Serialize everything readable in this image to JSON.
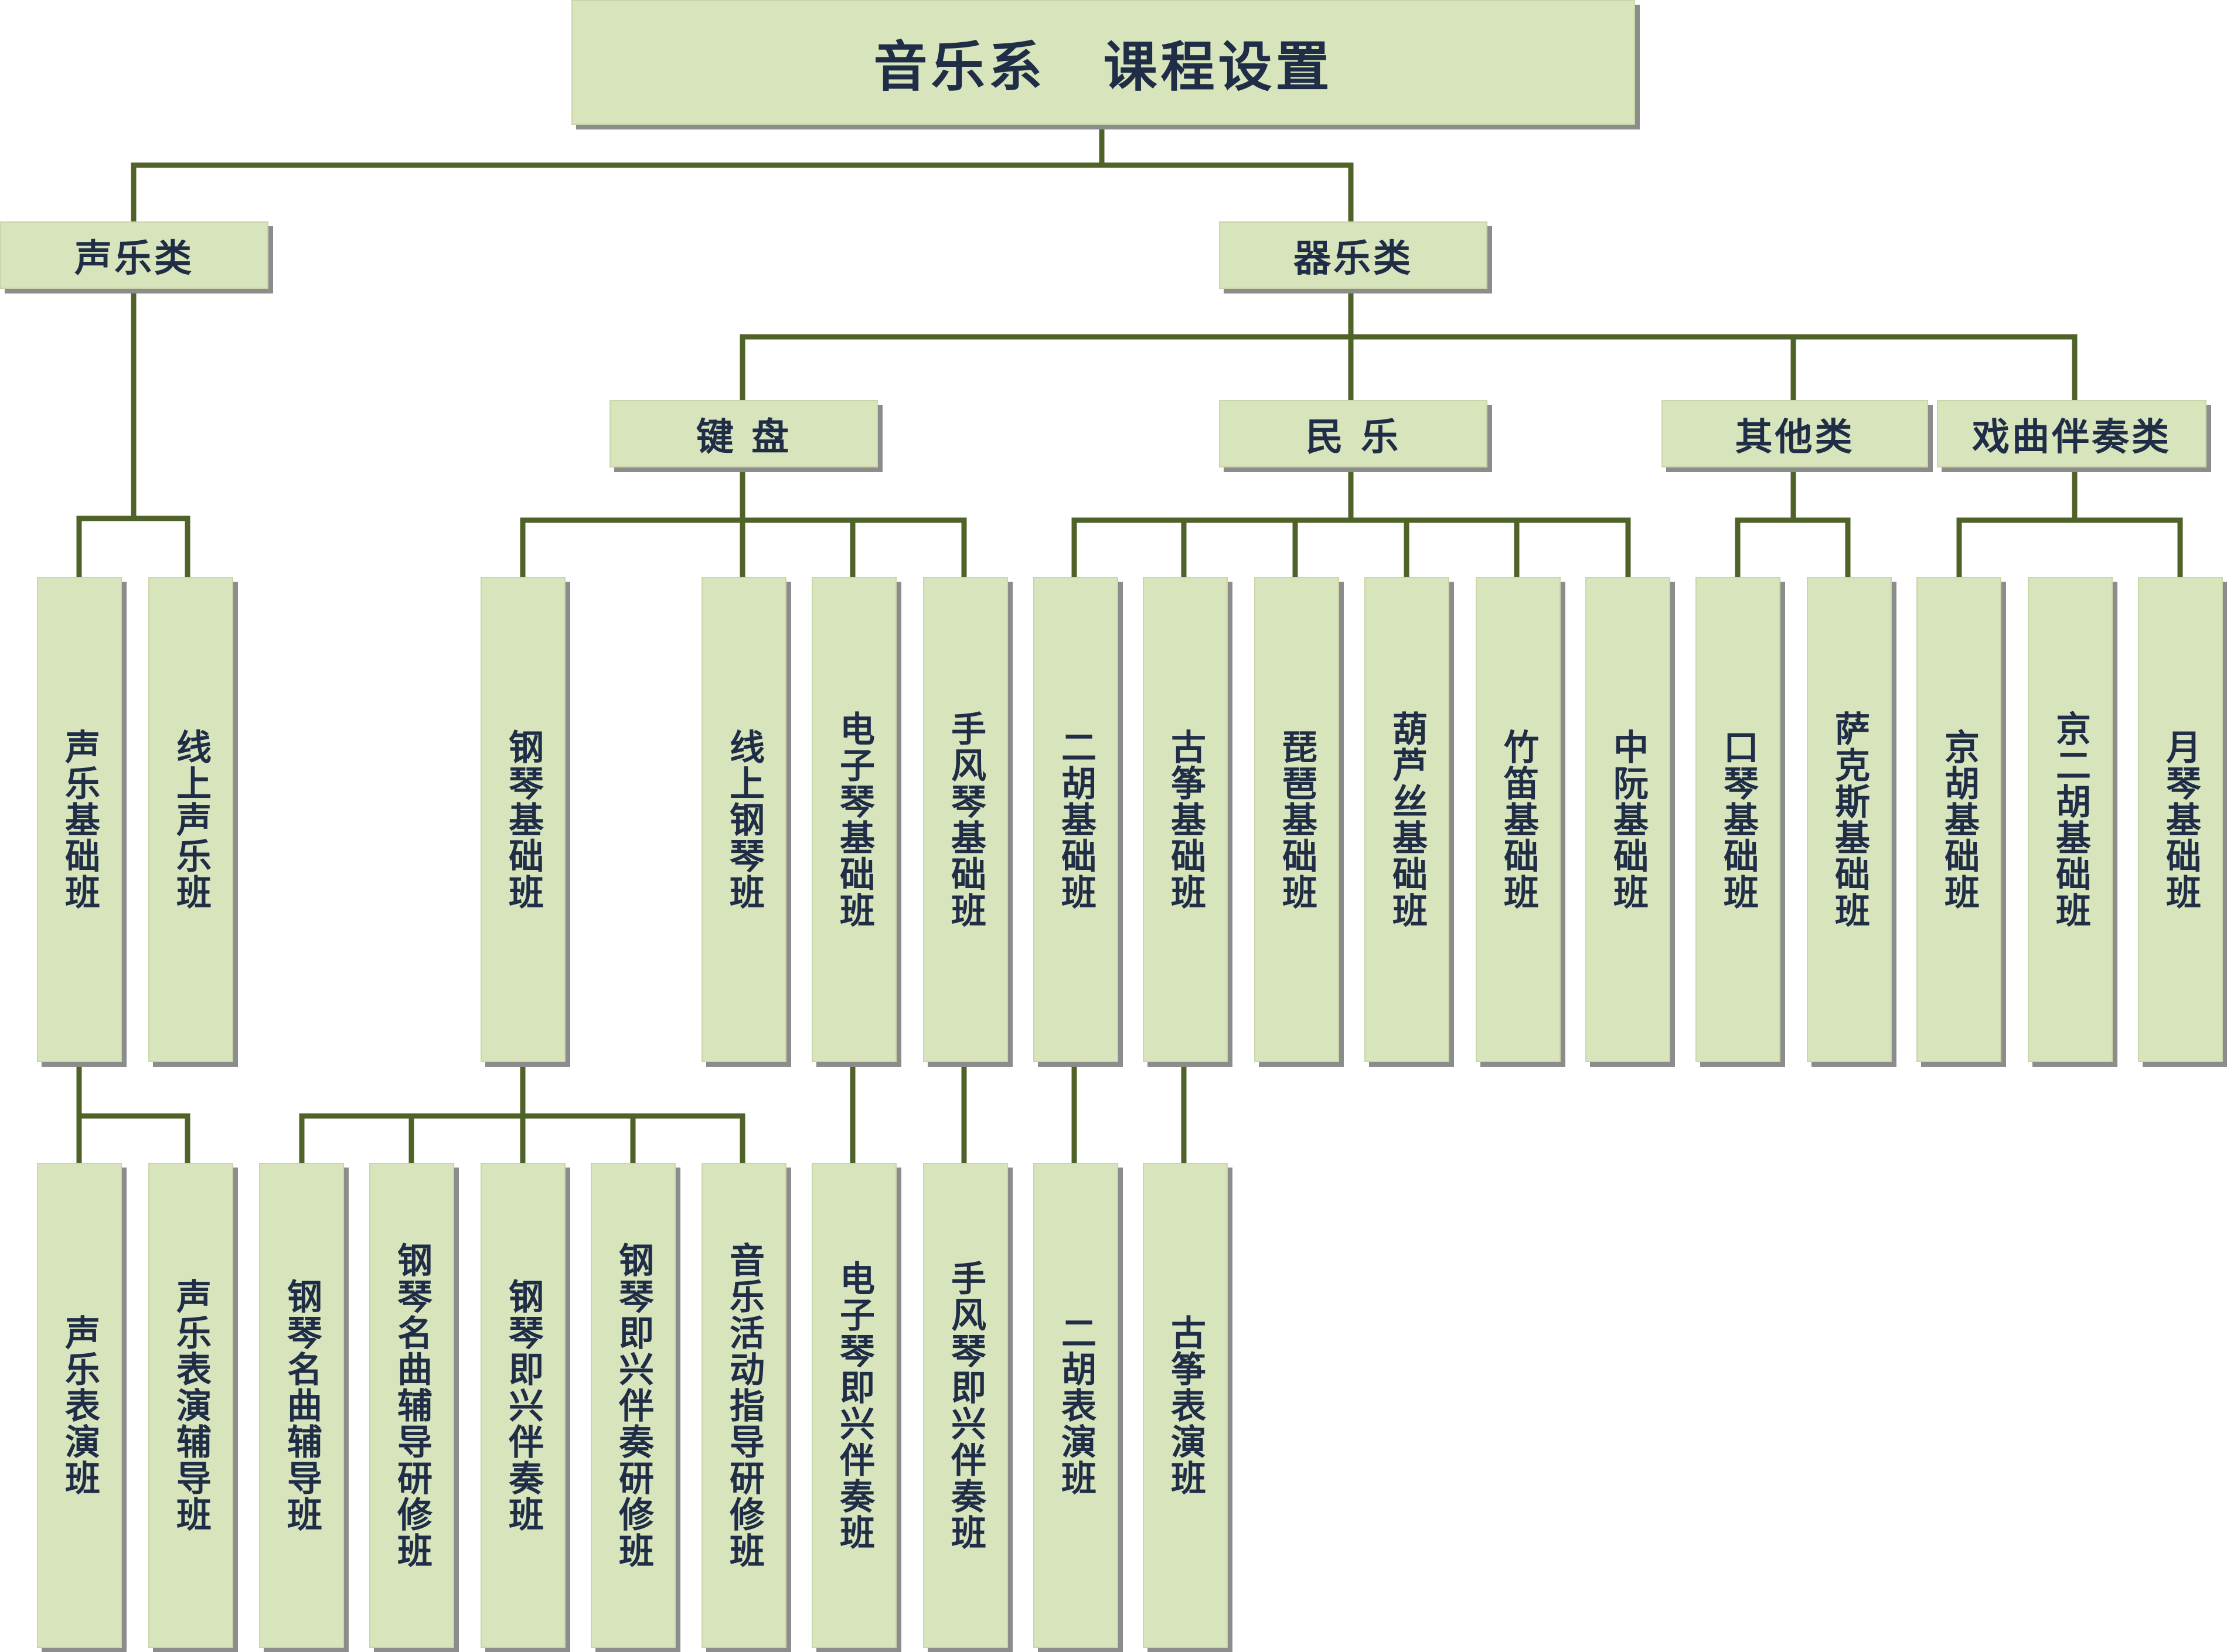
{
  "title": "音乐系　课程设置",
  "colors": {
    "box_fill": "#d8e4bc",
    "line": "#4f6228",
    "text": "#1f2d47",
    "shadow": "#8c8c8c"
  },
  "categories": {
    "vocal": "声乐类",
    "instrumental": "器乐类",
    "keyboard": "键 盘",
    "folk": "民 乐",
    "other": "其他类",
    "opera": "戏曲伴奏类"
  },
  "courses": {
    "vocal_basic": "声乐基础班",
    "vocal_online": "线上声乐班",
    "piano_basic": "钢琴基础班",
    "piano_online": "线上钢琴班",
    "keyboard_basic": "电子琴基础班",
    "accordion_basic": "手风琴基础班",
    "erhu_basic": "二胡基础班",
    "guzheng_basic": "古筝基础班",
    "pipa_basic": "琵琶基础班",
    "hulusi_basic": "葫芦丝基础班",
    "dizi_basic": "竹笛基础班",
    "ruan_basic": "中阮基础班",
    "harmonica_basic": "口琴基础班",
    "sax_basic": "萨克斯基础班",
    "jinghu_basic": "京胡基础班",
    "jingerhu_basic": "京二胡基础班",
    "yueqin_basic": "月琴基础班"
  },
  "advanced": {
    "vocal_perf": "声乐表演班",
    "vocal_perf_tutor": "声乐表演辅导班",
    "piano_masterpiece": "钢琴名曲辅导班",
    "piano_masterpiece_adv": "钢琴名曲辅导研修班",
    "piano_impromptu": "钢琴即兴伴奏班",
    "piano_impromptu_adv": "钢琴即兴伴奏研修班",
    "music_activity": "音乐活动指导研修班",
    "keyboard_impromptu": "电子琴即兴伴奏班",
    "accordion_impromptu": "手风琴即兴伴奏班",
    "erhu_perf": "二胡表演班",
    "guzheng_perf": "古筝表演班"
  }
}
